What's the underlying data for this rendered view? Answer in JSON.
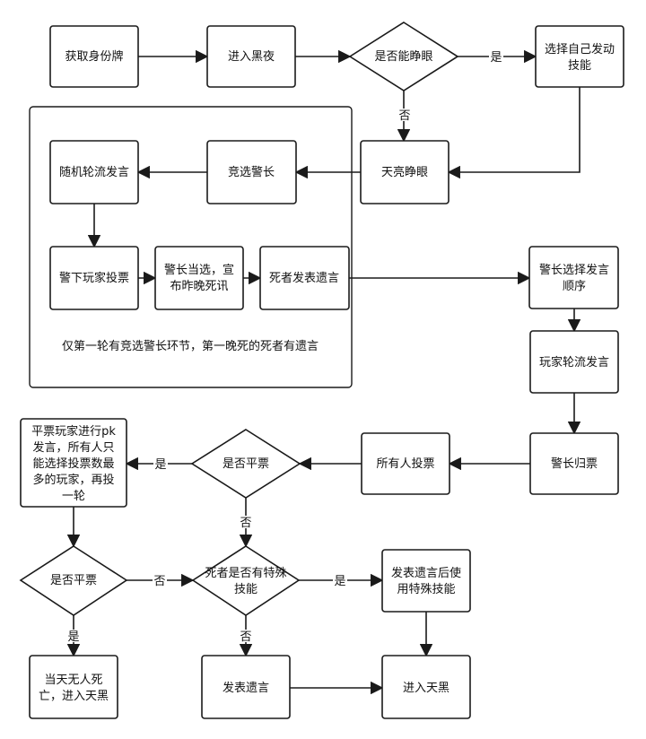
{
  "nodes": {
    "get_id": "获取身份牌",
    "enter_night": "进入黑夜",
    "can_open_eyes": "是否能睁眼",
    "choose_skill_1": "选择自己发动",
    "choose_skill_2": "技能",
    "daybreak": "天亮睁眼",
    "elect_sheriff": "竞选警长",
    "random_speech": "随机轮流发言",
    "vote_below": "警下玩家投票",
    "sheriff_elected_1": "警长当选，宣",
    "sheriff_elected_2": "布昨晚死讯",
    "dead_last_words": "死者发表遗言",
    "sheriff_order_1": "警长选择发言",
    "sheriff_order_2": "顺序",
    "players_speak": "玩家轮流发言",
    "sheriff_vote": "警长归票",
    "all_vote": "所有人投票",
    "tie_1": "是否平票",
    "pk_1": "平票玩家进行pk",
    "pk_2": "发言，所有人只",
    "pk_3": "能选择投票数最",
    "pk_4": "多的玩家，再投",
    "pk_5": "一轮",
    "tie_2": "是否平票",
    "special_1": "死者是否有特殊",
    "special_2": "技能",
    "words_skill_1": "发表遗言后使",
    "words_skill_2": "用特殊技能",
    "no_death_1": "当天无人死",
    "no_death_2": "亡，进入天黑",
    "last_words": "发表遗言",
    "enter_dark": "进入天黑"
  },
  "group_note": "仅第一轮有竞选警长环节，第一晚死的死者有遗言",
  "edge_labels": {
    "yes": "是",
    "no": "否"
  }
}
